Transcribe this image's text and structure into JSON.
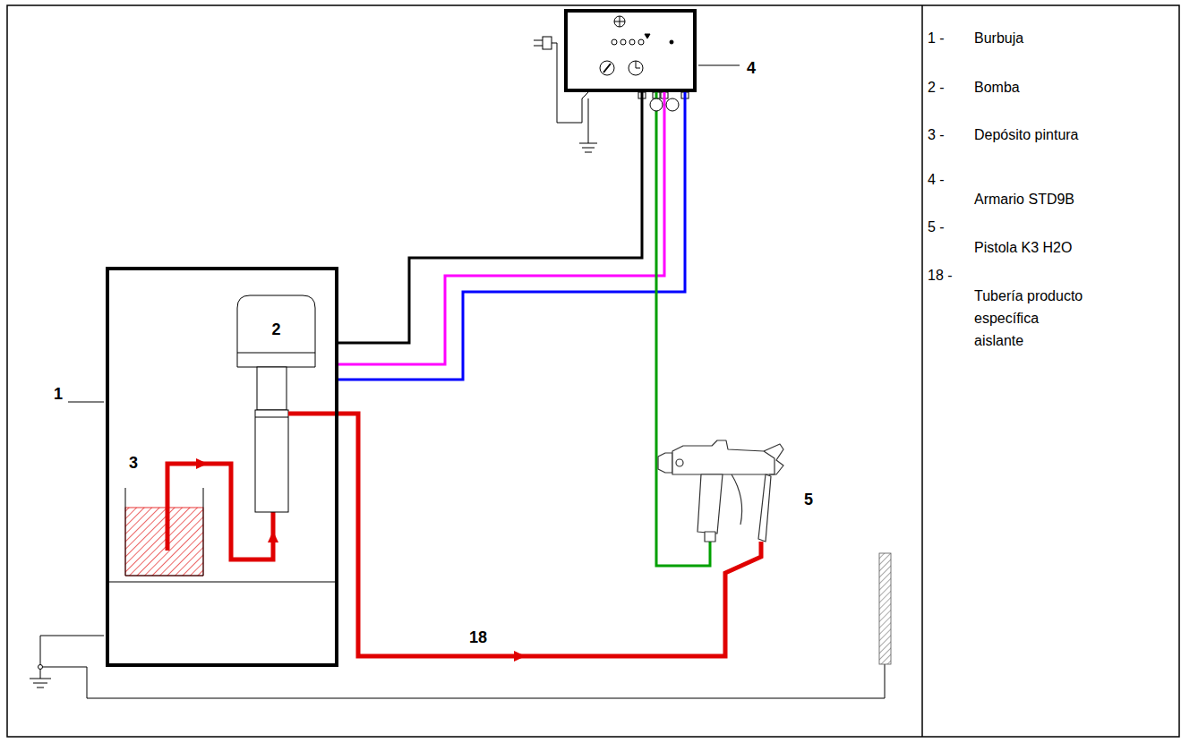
{
  "diagram": {
    "nodes": [
      {
        "text": [
          "1"
        ]
      },
      {
        "text": [
          "2"
        ],
        "in": 0
      },
      {
        "text": [
          "3"
        ],
        "in": 0
      },
      {
        "text": [
          "4"
        ]
      },
      {
        "text": [
          "5"
        ]
      }
    ],
    "edges": [
      {
        "from": 2,
        "to": 1,
        "arrow": "to"
      },
      {
        "from": 1,
        "to": 4,
        "arrow": "to",
        "label": "18"
      },
      {
        "from": 0,
        "to": 3,
        "arrow": "none"
      },
      {
        "from": 0,
        "to": 3,
        "arrow": "none"
      },
      {
        "from": 0,
        "to": 3,
        "arrow": "none"
      },
      {
        "from": 3,
        "to": 4,
        "arrow": "none"
      }
    ],
    "labels": [
      "1 -",
      "Burbuja",
      "2 -",
      "Bomba",
      "3 -",
      "Depósito pintura",
      "4 -",
      "Armario STD9B",
      "5 -",
      "Pistola K3 H2O",
      "18 -",
      "Tubería producto específica aislante"
    ]
  }
}
